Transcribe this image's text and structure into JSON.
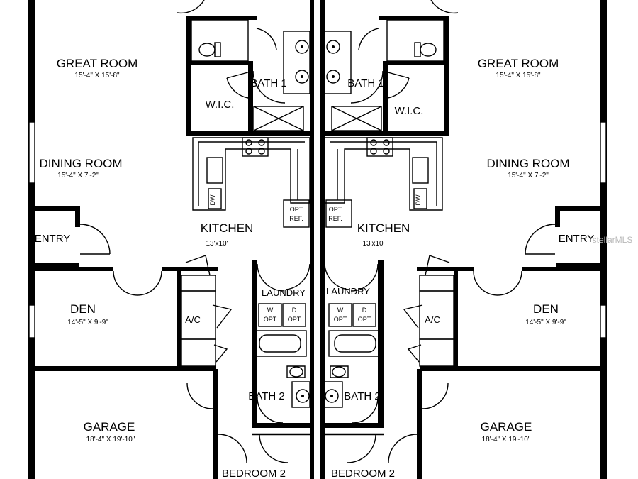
{
  "rooms": {
    "great_room_l": {
      "name": "GREAT ROOM",
      "dim": "15'-4\" X 15'-8\""
    },
    "great_room_r": {
      "name": "GREAT ROOM",
      "dim": "15'-4\" X 15'-8\""
    },
    "dining_l": {
      "name": "DINING ROOM",
      "dim": "15'-4\" X 7'-2\""
    },
    "dining_r": {
      "name": "DINING ROOM",
      "dim": "15'-4\" X 7'-2\""
    },
    "kitchen_l": {
      "name": "KITCHEN",
      "dim": "13'x10'"
    },
    "kitchen_r": {
      "name": "KITCHEN",
      "dim": "13'x10'"
    },
    "den_l": {
      "name": "DEN",
      "dim": "14'-5\" X 9'-9\""
    },
    "den_r": {
      "name": "DEN",
      "dim": "14'-5\" X 9'-9\""
    },
    "garage_l": {
      "name": "GARAGE",
      "dim": "18'-4\" X 19'-10\""
    },
    "garage_r": {
      "name": "GARAGE",
      "dim": "18'-4\" X 19'-10\""
    },
    "bath1_l": "BATH 1",
    "bath1_r": "BATH 1",
    "bath2_l": "BATH 2",
    "bath2_r": "BATH 2",
    "wic_l": "W.I.C.",
    "wic_r": "W.I.C.",
    "entry_l": "ENTRY",
    "entry_r": "ENTRY",
    "laundry_l": "LAUNDRY",
    "laundry_r": "LAUNDRY",
    "ac_l": "A/C",
    "ac_r": "A/C",
    "bedroom2_l": "BEDROOM 2",
    "bedroom2_r": "BEDROOM 2"
  },
  "fixtures": {
    "dw": "DW",
    "opt": "OPT",
    "ref": "REF.",
    "washer": "W",
    "dryer": "D"
  },
  "watermark": "stellarMLS"
}
